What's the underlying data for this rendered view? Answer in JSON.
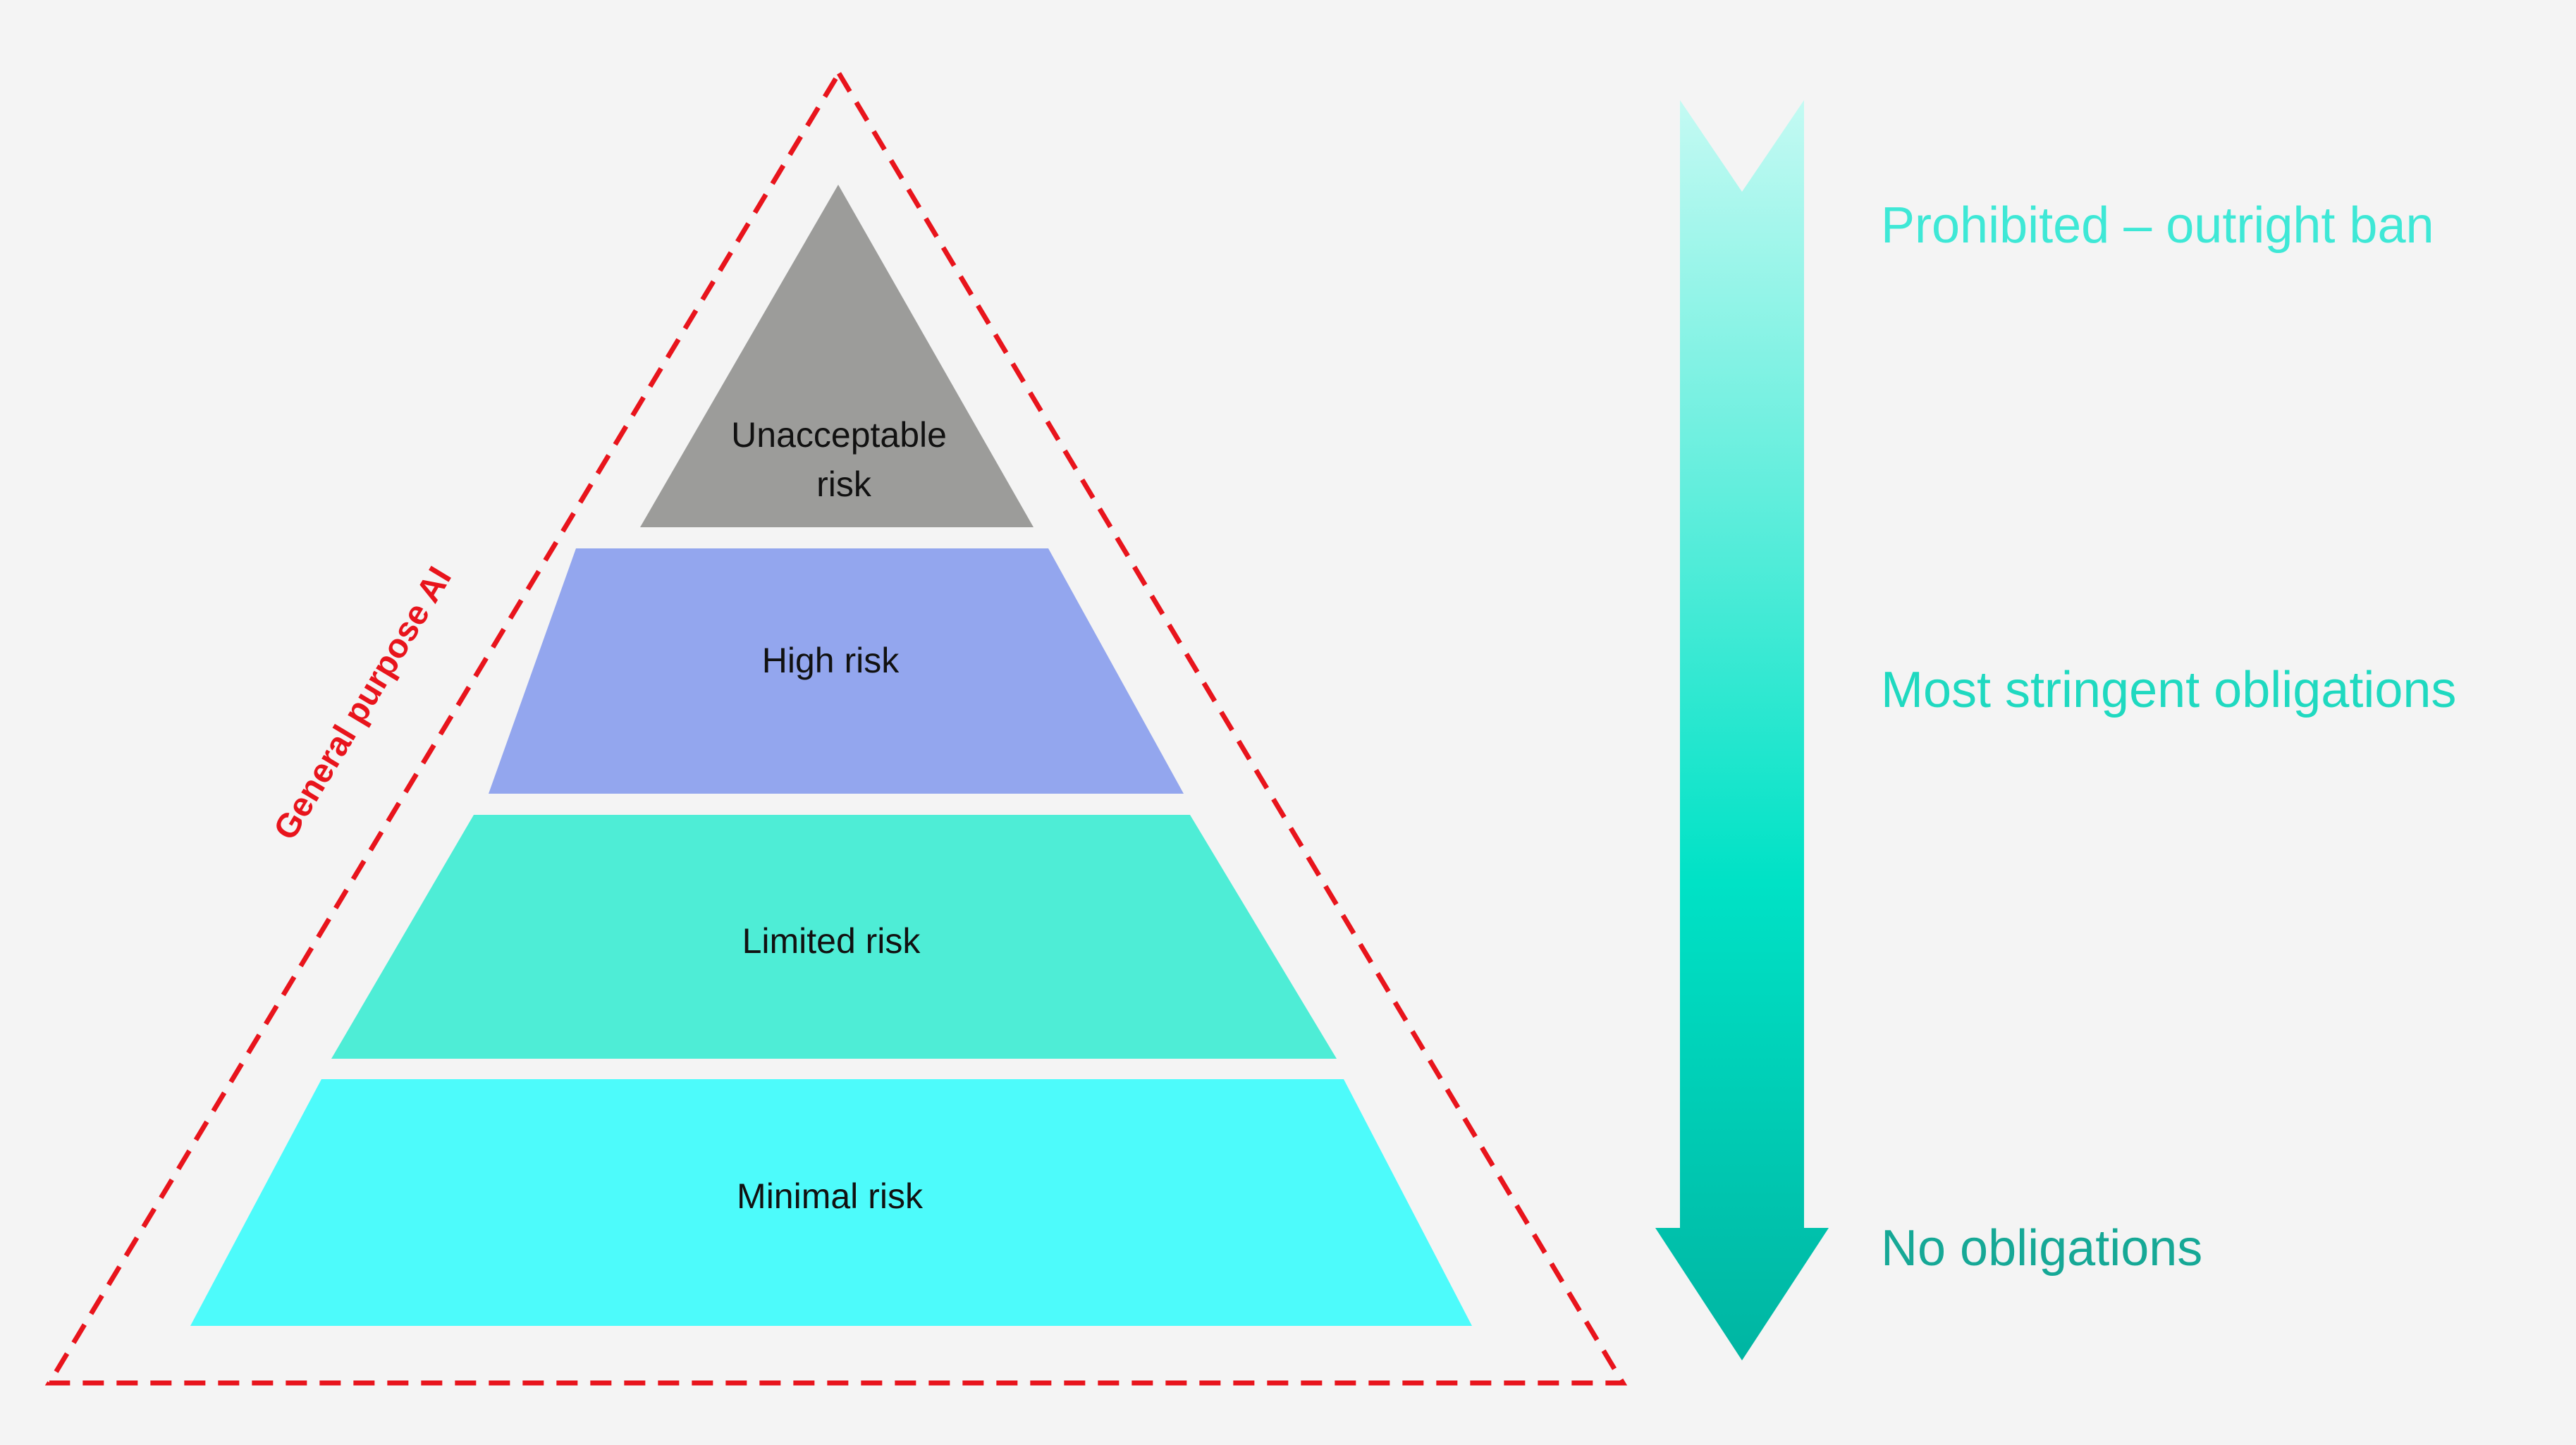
{
  "diagram": {
    "outer_label": "General purpose AI",
    "tiers": [
      {
        "name": "tier-unacceptable",
        "lines": [
          "Unacceptable",
          "risk"
        ],
        "color": "#9c9c9a"
      },
      {
        "name": "tier-high",
        "lines": [
          "High risk"
        ],
        "color": "#93a6ee"
      },
      {
        "name": "tier-limited",
        "lines": [
          "Limited risk"
        ],
        "color": "#4eedd6"
      },
      {
        "name": "tier-minimal",
        "lines": [
          "Minimal risk"
        ],
        "color": "#4dfbfb"
      }
    ],
    "obligations": [
      {
        "name": "obligation-prohibited",
        "text": "Prohibited – outright ban",
        "color": "#3ee8d6"
      },
      {
        "name": "obligation-most-stringent",
        "text": "Most stringent obligations",
        "color": "#1fd9c0"
      },
      {
        "name": "obligation-none",
        "text": "No obligations",
        "color": "#16a896"
      }
    ],
    "colors": {
      "outline": "#e8141c",
      "arrow_top": "#c4faf3",
      "arrow_mid": "#00e2c6",
      "arrow_bottom": "#00b5a2"
    }
  }
}
